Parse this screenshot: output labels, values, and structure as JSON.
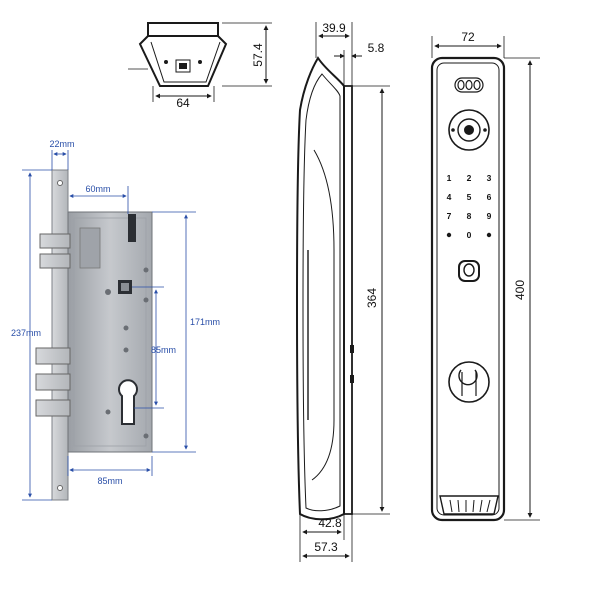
{
  "top_view": {
    "height_label": "57.4",
    "width_label": "64"
  },
  "mortise": {
    "faceplate_width_label": "22mm",
    "backset_label": "60mm",
    "height_label": "237mm",
    "body_height_label": "171mm",
    "center_distance_label": "85mm",
    "body_width_label": "85mm"
  },
  "side_view": {
    "top_depth_label": "39.9",
    "plate_depth_label": "5.8",
    "height_label": "364",
    "bottom_depth_label": "42.8",
    "total_depth_label": "57.3"
  },
  "front_view": {
    "width_label": "72",
    "height_label": "400",
    "keypad_keys": [
      "1",
      "2",
      "3",
      "4",
      "5",
      "6",
      "7",
      "8",
      "9",
      "0"
    ]
  },
  "colors": {
    "outline": "#1a1a1a",
    "mortise_steel": "#b9bcc1",
    "mortise_dark": "#8a8e94",
    "dimension_blue": "#2a4fa8"
  }
}
